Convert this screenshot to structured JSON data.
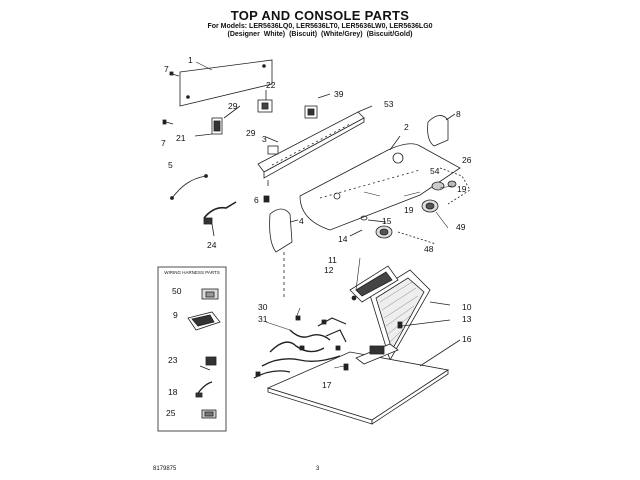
{
  "header": {
    "title": "TOP AND CONSOLE PARTS",
    "models": "For Models: LER5636LQ0, LER5636LT0, LER5636LW0, LER5636LG0",
    "variants": "(Designer White)  (Biscuit)      (White/Grey)   (Biscuit/Gold)"
  },
  "wiring_box": {
    "title": "WIRING HARNESS PARTS"
  },
  "footer": {
    "part_number": "8179875",
    "page": "3"
  },
  "callouts": [
    "1",
    "2",
    "3",
    "4",
    "5",
    "6",
    "7",
    "7",
    "8",
    "9",
    "10",
    "11",
    "12",
    "13",
    "14",
    "15",
    "16",
    "17",
    "18",
    "19",
    "19",
    "21",
    "22",
    "23",
    "24",
    "25",
    "26",
    "29",
    "29",
    "30",
    "31",
    "39",
    "48",
    "49",
    "50",
    "53",
    "54"
  ]
}
